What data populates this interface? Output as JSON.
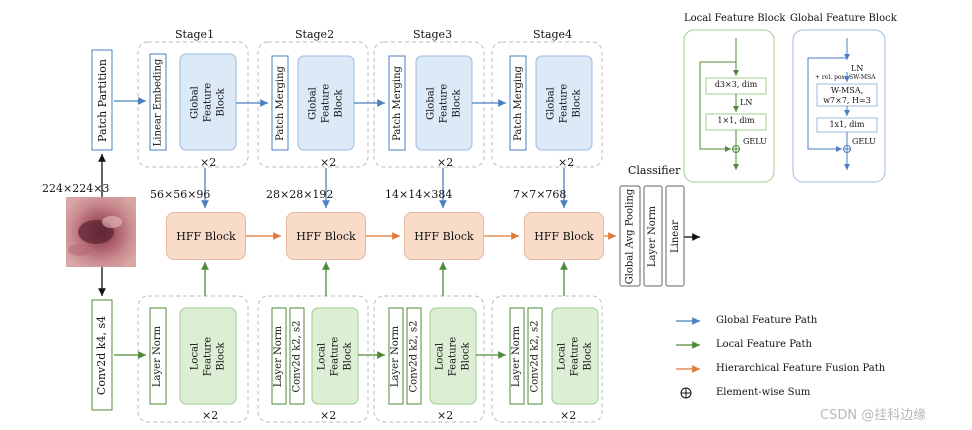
{
  "input": {
    "size": "224×224×3",
    "patch_partition": "Patch Partition",
    "conv_stem": "Conv2d k4, s4"
  },
  "stages": {
    "names": [
      "Stage1",
      "Stage2",
      "Stage3",
      "Stage4"
    ],
    "global_first": [
      "Linear Embeding",
      "Patch Merging",
      "Patch Merging",
      "Patch Merging"
    ],
    "global_block": "Global Feature Block",
    "local_block": "Local Feature Block",
    "layer_norm": "Layer Norm",
    "conv_down": "Conv2d k2, s2",
    "repeat": "×2",
    "resolutions": [
      "56×56×96",
      "28×28×192",
      "14×14×384",
      "7×7×768"
    ]
  },
  "hff": "HFF Block",
  "classifier": {
    "title": "Classifier",
    "items": [
      "Global Avg Pooling",
      "Layer Norm",
      "Linear"
    ]
  },
  "local_detail": {
    "title": "Local Feature Block",
    "conv": "d3×3, dim",
    "ln": "LN",
    "fc": "1×1, dim",
    "act": "GELU"
  },
  "global_detail": {
    "title": "Global Feature Block",
    "ln": "LN",
    "bias": "+ rel. pos.",
    "attn_variant": "SW-MSA",
    "attn_line1": "W-MSA,",
    "attn_line2": "w7×7, H=3",
    "fc": "1x1, dim",
    "act": "GELU"
  },
  "legend": {
    "items": [
      {
        "label": "Global Feature Path",
        "color": "#4a7fc1"
      },
      {
        "label": "Local Feature Path",
        "color": "#4f8a3a"
      },
      {
        "label": "Hierarchical Feature Fusion Path",
        "color": "#e07b39"
      },
      {
        "label": "Element-wise Sum"
      }
    ]
  },
  "watermark": "CSDN @挂科边缘",
  "colors": {
    "global_fill": "#dce9f6",
    "local_fill": "#dcefd5",
    "hff_fill": "#f8dcc9"
  }
}
